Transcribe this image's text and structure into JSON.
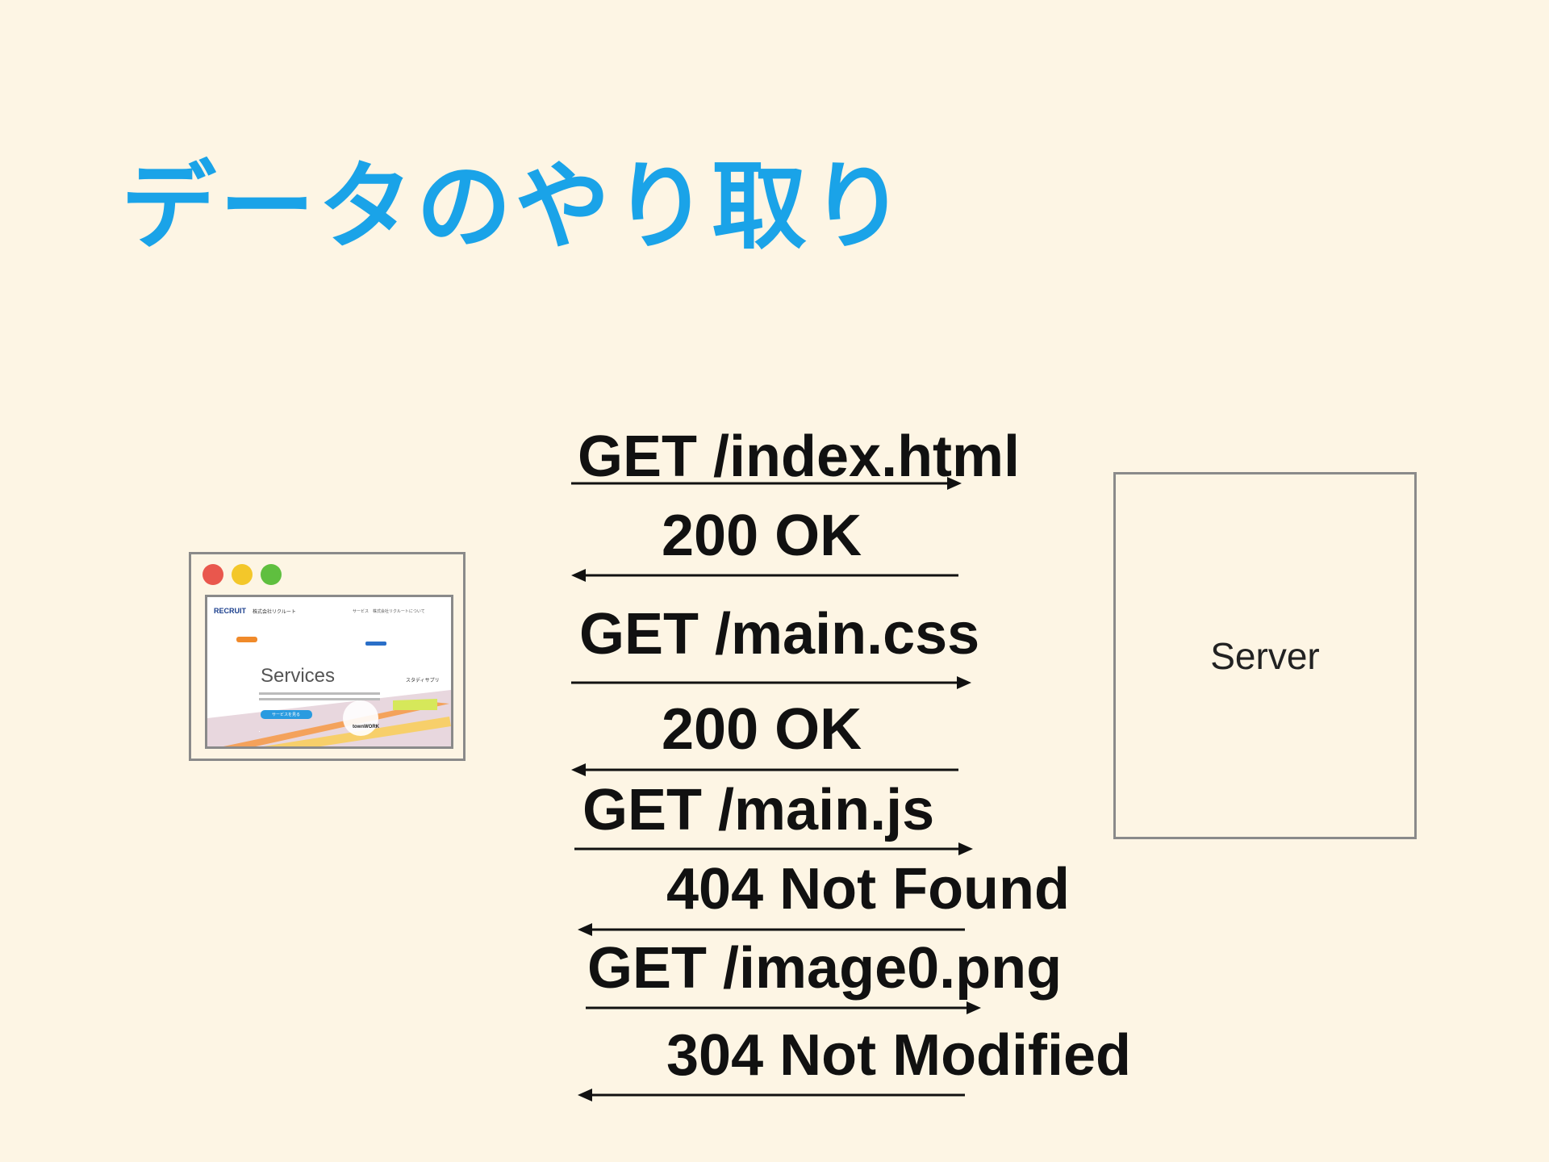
{
  "title": "データのやり取り",
  "server": {
    "label": "Server"
  },
  "messages": [
    {
      "text": "GET /index.html",
      "direction": "to-server"
    },
    {
      "text": "200 OK",
      "direction": "to-client"
    },
    {
      "text": "GET /main.css",
      "direction": "to-server"
    },
    {
      "text": "200 OK",
      "direction": "to-client"
    },
    {
      "text": "GET /main.js",
      "direction": "to-server"
    },
    {
      "text": "404 Not Found",
      "direction": "to-client"
    },
    {
      "text": "GET /image0.png",
      "direction": "to-server"
    },
    {
      "text": "304 Not Modified",
      "direction": "to-client"
    }
  ],
  "browser": {
    "traffic_light_colors": [
      "#e9574d",
      "#f3c72a",
      "#5fbf3f"
    ],
    "thumbnail": {
      "brand": "RECRUIT",
      "brand_sub": "株式会社リクルート",
      "nav": "サービス　株式会社リクルートについて",
      "heading": "Services",
      "button": "サービスを見る",
      "logo_right": "スタディサプリ",
      "logo_bottom": "townWORK"
    }
  },
  "colors": {
    "title": "#1aa3e8",
    "background": "#fdf5e4",
    "line": "#111111",
    "frame": "#8a8a8a"
  }
}
